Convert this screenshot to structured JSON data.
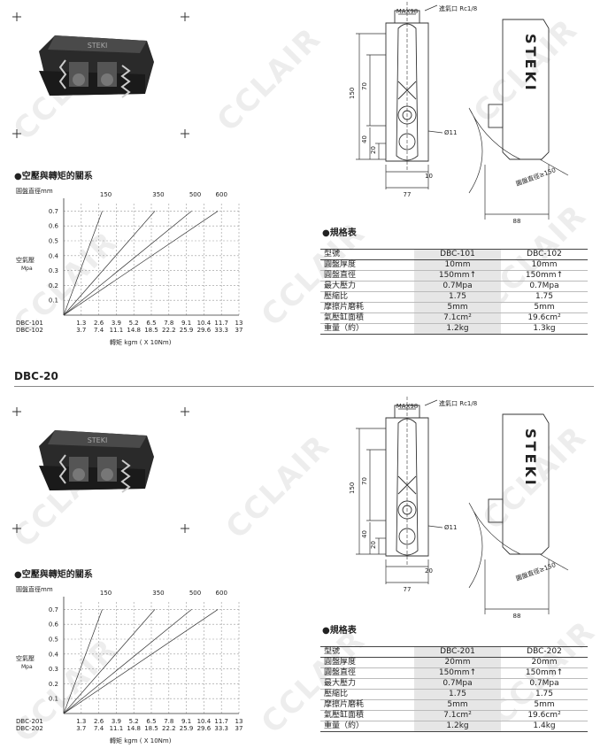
{
  "watermark": "CCLAIR",
  "series_title": "DBC-20",
  "sections": [
    {
      "chart_title": "●空壓與轉矩的關系",
      "drawing": {
        "label_max": "MAX98",
        "label_port": "進氣口 Rc1/8",
        "dim_150": "150",
        "dim_70": "70",
        "dim_40": "40",
        "dim_20": "20",
        "dim_10": "10",
        "dim_77": "77",
        "dim_hole": "Ø11",
        "dim_88": "88",
        "dim_disc": "圓盤直徑≥150",
        "brand": "STEKI"
      },
      "spec_title": "●規格表",
      "spec": {
        "header": [
          "型號",
          "DBC-101",
          "DBC-102"
        ],
        "rows": [
          [
            "圓盤厚度",
            "10mm",
            "10mm"
          ],
          [
            "圓盤直徑",
            "150mm↑",
            "150mm↑"
          ],
          [
            "最大壓力",
            "0.7Mpa",
            "0.7Mpa"
          ],
          [
            "壓縮比",
            "1.75",
            "1.75"
          ],
          [
            "摩擦片磨耗",
            "5mm",
            "5mm"
          ],
          [
            "氣壓缸面積",
            "7.1cm²",
            "19.6cm²"
          ],
          [
            "重量（約）",
            "1.2kg",
            "1.3kg"
          ]
        ]
      },
      "chart_data": {
        "type": "line",
        "ylabel_top": "圓盤直徑mm",
        "ylabel": "空氣壓",
        "ylabel_unit": "Mpa",
        "xlabel": "轉矩 kgm ( X 10Nm)",
        "y_ticks": [
          "0.7",
          "0.6",
          "0.5",
          "0.4",
          "0.3",
          "0.2",
          "0.1"
        ],
        "ylim": [
          0,
          0.75
        ],
        "x_rows": [
          {
            "name": "DBC-101",
            "values": [
              "1.3",
              "2.6",
              "3.9",
              "5.2",
              "6.5",
              "7.8",
              "9.1",
              "10.4",
              "11.7",
              "13"
            ]
          },
          {
            "name": "DBC-102",
            "values": [
              "3.7",
              "7.4",
              "11.1",
              "14.8",
              "18.5",
              "22.2",
              "25.9",
              "29.6",
              "33.3",
              "37"
            ]
          }
        ],
        "series": [
          {
            "name": "150",
            "end_index": 2.2
          },
          {
            "name": "350",
            "end_index": 5.2
          },
          {
            "name": "500",
            "end_index": 7.3
          },
          {
            "name": "600",
            "end_index": 8.8
          }
        ]
      }
    },
    {
      "chart_title": "●空壓與轉矩的關系",
      "drawing": {
        "label_max": "MAX98",
        "label_port": "進氣口 Rc1/8",
        "dim_150": "150",
        "dim_70": "70",
        "dim_40": "40",
        "dim_20": "20",
        "dim_10": "20",
        "dim_77": "77",
        "dim_hole": "Ø11",
        "dim_88": "88",
        "dim_disc": "圓盤直徑≥150",
        "brand": "STEKI"
      },
      "spec_title": "●規格表",
      "spec": {
        "header": [
          "型號",
          "DBC-201",
          "DBC-202"
        ],
        "rows": [
          [
            "圓盤厚度",
            "20mm",
            "20mm"
          ],
          [
            "圓盤直徑",
            "150mm↑",
            "150mm↑"
          ],
          [
            "最大壓力",
            "0.7Mpa",
            "0.7Mpa"
          ],
          [
            "壓縮比",
            "1.75",
            "1.75"
          ],
          [
            "摩擦片磨耗",
            "5mm",
            "5mm"
          ],
          [
            "氣壓缸面積",
            "7.1cm²",
            "19.6cm²"
          ],
          [
            "重量（約）",
            "1.2kg",
            "1.4kg"
          ]
        ]
      },
      "chart_data": {
        "type": "line",
        "ylabel_top": "圓盤直徑mm",
        "ylabel": "空氣壓",
        "ylabel_unit": "Mpa",
        "xlabel": "轉矩 kgm ( X 10Nm)",
        "y_ticks": [
          "0.7",
          "0.6",
          "0.5",
          "0.4",
          "0.3",
          "0.2",
          "0.1"
        ],
        "ylim": [
          0,
          0.75
        ],
        "x_rows": [
          {
            "name": "DBC-201",
            "values": [
              "1.3",
              "2.6",
              "3.9",
              "5.2",
              "6.5",
              "7.8",
              "9.1",
              "10.4",
              "11.7",
              "13"
            ]
          },
          {
            "name": "DBC-202",
            "values": [
              "3.7",
              "7.4",
              "11.1",
              "14.8",
              "18.5",
              "22.2",
              "25.9",
              "29.6",
              "33.3",
              "37"
            ]
          }
        ],
        "series": [
          {
            "name": "150",
            "end_index": 2.2
          },
          {
            "name": "350",
            "end_index": 5.2
          },
          {
            "name": "500",
            "end_index": 7.3
          },
          {
            "name": "600",
            "end_index": 8.8
          }
        ]
      }
    }
  ]
}
